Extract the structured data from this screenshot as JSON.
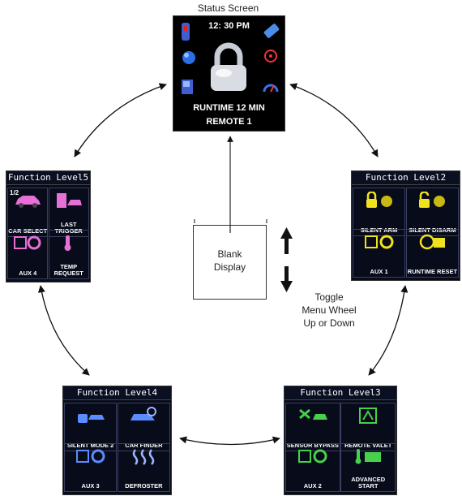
{
  "status": {
    "caption": "Status Screen",
    "time": "12: 30 PM",
    "runtime": "RUNTIME 12 MIN",
    "remote": "REMOTE 1"
  },
  "blank": {
    "line1": "Blank",
    "line2": "Display"
  },
  "toggle": {
    "line1": "Toggle",
    "line2": "Menu Wheel",
    "line3": "Up or Down"
  },
  "panels": {
    "level5": {
      "title": "Function Level5",
      "page": "1/2",
      "items": [
        "CAR SELECT",
        "LAST TRIGGER",
        "AUX 4",
        "TEMP REQUEST"
      ]
    },
    "level2": {
      "title": "Function Level2",
      "items": [
        "SILENT ARM",
        "SILENT DISARM",
        "AUX 1",
        "RUNTIME RESET"
      ]
    },
    "level4": {
      "title": "Function Level4",
      "items": [
        "SILENT MODE 2",
        "CAR FINDER",
        "AUX 3",
        "DEFROSTER"
      ]
    },
    "level3": {
      "title": "Function Level3",
      "items": [
        "SENSOR BYPASS",
        "REMOTE VALET",
        "AUX 2",
        "ADVANCED START"
      ]
    }
  },
  "colors": {
    "level5": "#e86fd8",
    "level2": "#f1e21e",
    "level4": "#5a8cff",
    "level3": "#47d04a"
  }
}
